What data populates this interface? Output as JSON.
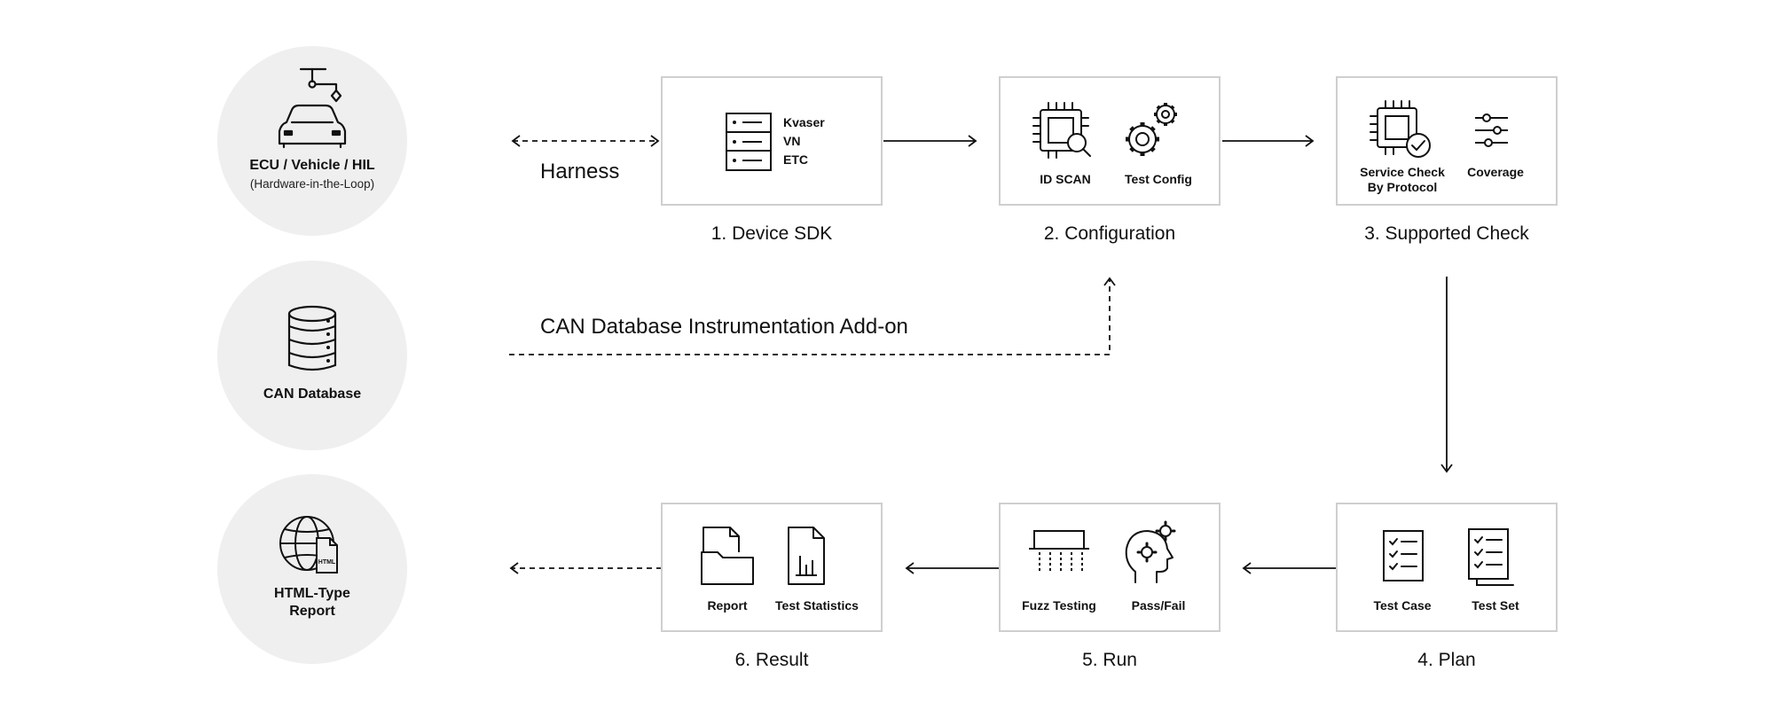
{
  "colors": {
    "circle_bg": "#efefef",
    "box_border": "#cfcfcf",
    "line": "#111111"
  },
  "sources": {
    "ecu": {
      "title": "ECU / Vehicle / HIL",
      "subtitle": "(Hardware-in-the-Loop)",
      "icon": "car-icon"
    },
    "can_db": {
      "title": "CAN Database",
      "icon": "database-icon"
    },
    "report": {
      "title_line1": "HTML-Type",
      "title_line2": "Report",
      "icon": "globe-html-icon",
      "icon_text": "HTML"
    }
  },
  "flow_labels": {
    "harness": "Harness",
    "can_addon": "CAN Database Instrumentation Add-on"
  },
  "steps": {
    "device_sdk": {
      "title": "1. Device SDK",
      "items": [
        "Kvaser",
        "VN",
        "ETC"
      ],
      "icon": "server-rack-icon"
    },
    "configuration": {
      "title": "2. Configuration",
      "items": [
        "ID SCAN",
        "Test Config"
      ],
      "icons": [
        "chip-search-icon",
        "gears-icon"
      ]
    },
    "supported_check": {
      "title": "3. Supported Check",
      "items": [
        "Service Check",
        "By Protocol",
        "Coverage"
      ],
      "icons": [
        "chip-check-icon",
        "sliders-icon"
      ]
    },
    "plan": {
      "title": "4. Plan",
      "items": [
        "Test Case",
        "Test Set"
      ],
      "icons": [
        "checklist-icon",
        "checklist-stack-icon"
      ]
    },
    "run": {
      "title": "5. Run",
      "items": [
        "Fuzz Testing",
        "Pass/Fail"
      ],
      "icons": [
        "fuzz-icon",
        "head-gear-icon"
      ]
    },
    "result": {
      "title": "6. Result",
      "items": [
        "Report",
        "Test Statistics"
      ],
      "icons": [
        "folder-icon",
        "document-chart-icon"
      ]
    }
  }
}
